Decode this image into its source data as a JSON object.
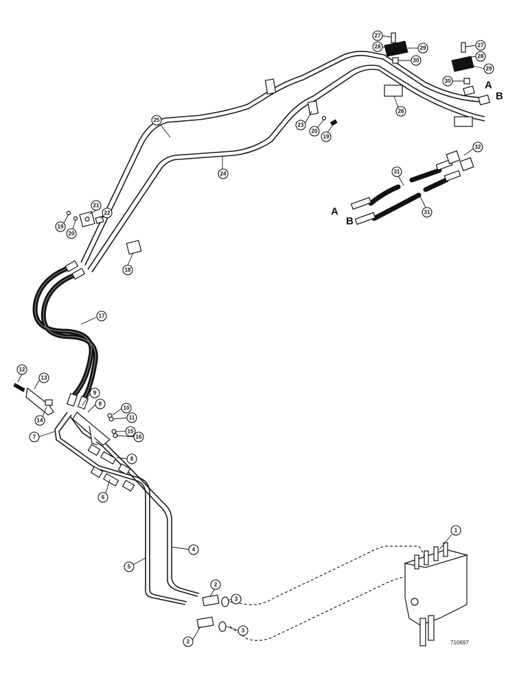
{
  "figure": {
    "reference_number": "710697",
    "port_labels": [
      "A",
      "B",
      "A",
      "B"
    ],
    "callouts": [
      "1",
      "2",
      "2",
      "3",
      "3",
      "4",
      "5",
      "6",
      "7",
      "8",
      "8",
      "9",
      "10",
      "11",
      "12",
      "13",
      "14",
      "15",
      "16",
      "17",
      "18",
      "19",
      "19",
      "20",
      "20",
      "21",
      "22",
      "23",
      "24",
      "25",
      "26",
      "27",
      "27",
      "28",
      "28",
      "29",
      "29",
      "30",
      "30",
      "31",
      "31",
      "32"
    ]
  }
}
